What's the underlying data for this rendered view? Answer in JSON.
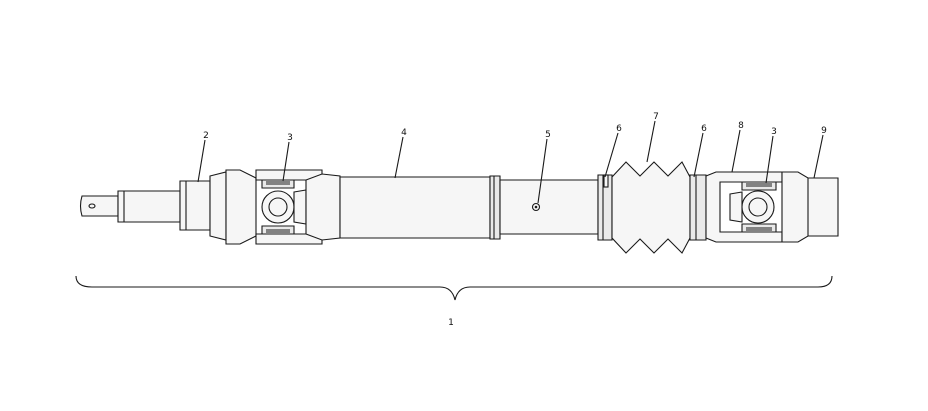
{
  "callouts": [
    {
      "id": "1",
      "label": "1"
    },
    {
      "id": "2",
      "label": "2"
    },
    {
      "id": "3a",
      "label": "3"
    },
    {
      "id": "4",
      "label": "4"
    },
    {
      "id": "5",
      "label": "5"
    },
    {
      "id": "6a",
      "label": "6"
    },
    {
      "id": "7",
      "label": "7"
    },
    {
      "id": "6b",
      "label": "6"
    },
    {
      "id": "8",
      "label": "8"
    },
    {
      "id": "3b",
      "label": "3"
    },
    {
      "id": "9",
      "label": "9"
    }
  ]
}
